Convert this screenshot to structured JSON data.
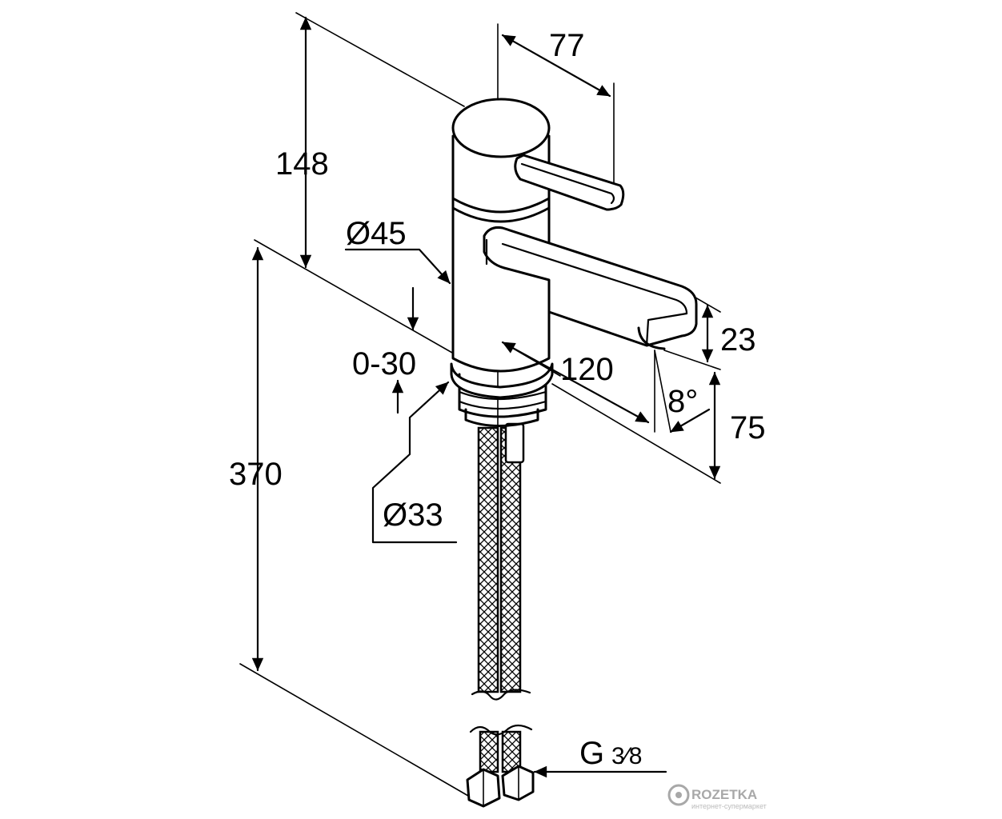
{
  "dimensions": {
    "height_top": "148",
    "lever_reach": "77",
    "body_diameter": "Ø45",
    "spout_height": "23",
    "spout_reach": "120",
    "mount_range": "0-30",
    "spout_angle": "8°",
    "outlet_height": "75",
    "total_length": "370",
    "shank_diameter": "Ø33",
    "connection_thread": "G",
    "connection_fraction": "3⁄8"
  },
  "watermark": {
    "brand": "ROZETKA",
    "tagline": "интернет-супермаркет"
  },
  "colors": {
    "line": "#000000",
    "watermark": "#9a9a9a"
  }
}
